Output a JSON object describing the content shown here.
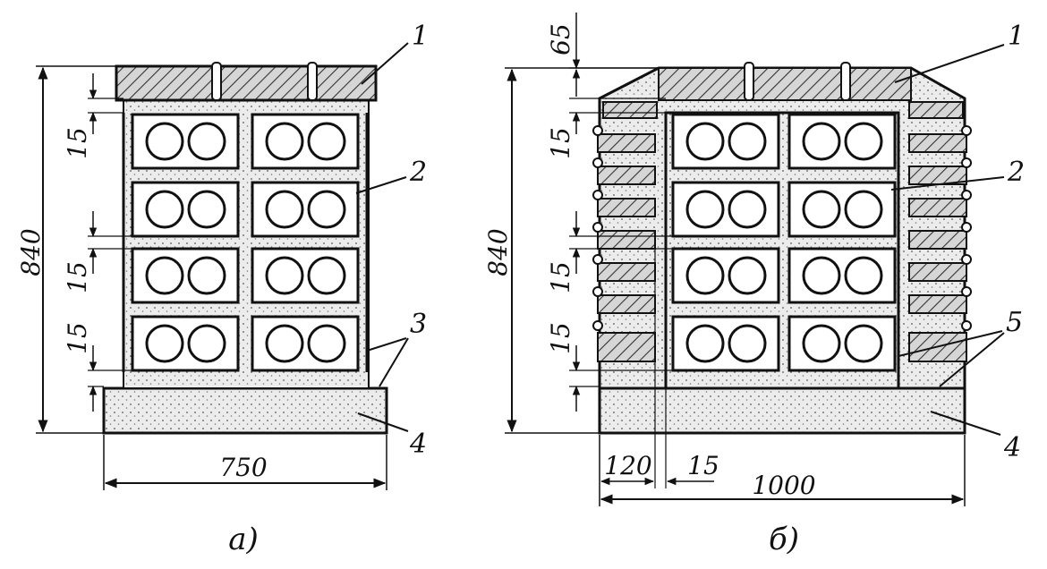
{
  "figure_a": {
    "caption": "а)",
    "dims": {
      "height": "840",
      "width": "750",
      "joint_1": "15",
      "joint_2": "15",
      "joint_3": "15"
    },
    "callouts": {
      "c1": "1",
      "c2": "2",
      "c3": "3",
      "c4": "4"
    }
  },
  "figure_b": {
    "caption": "б)",
    "dims": {
      "top": "65",
      "height": "840",
      "width": "1000",
      "side": "120",
      "gap": "15",
      "joint_1": "15",
      "joint_2": "15",
      "joint_3": "15"
    },
    "callouts": {
      "c1": "1",
      "c2": "2",
      "c4": "4",
      "c5": "5"
    }
  }
}
